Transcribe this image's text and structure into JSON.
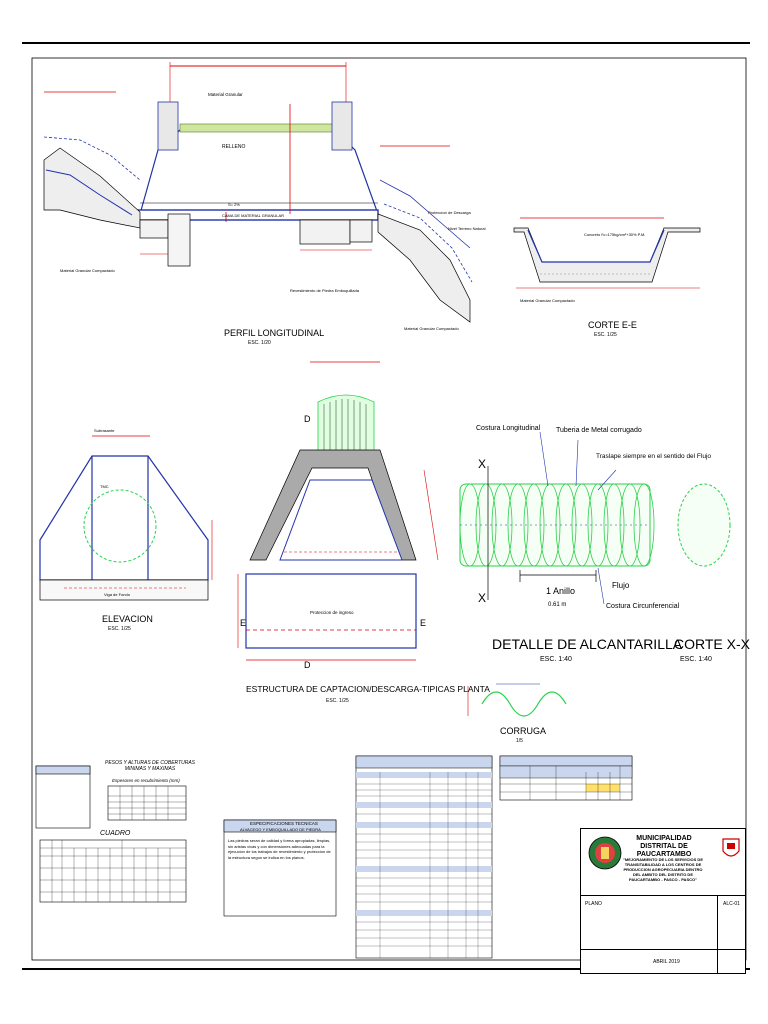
{
  "views": {
    "perfil_title": "PERFIL LONGITUDINAL",
    "perfil_scale": "ESC. 1/20",
    "corte_ee_title": "CORTE E-E",
    "corte_ee_scale": "ESC. 1/25",
    "elevacion_title": "ELEVACION",
    "elevacion_scale": "ESC. 1/25",
    "planta_title": "ESTRUCTURA DE CAPTACION/DESCARGA-TIPICAS PLANTA",
    "planta_scale": "ESC. 1/25",
    "detalle_title": "DETALLE DE ALCANTARILLA",
    "detalle_scale": "ESC. 1:40",
    "corte_xx_title": "CORTE X-X",
    "corte_xx_scale": "ESC. 1:40",
    "corruga_title": "CORRUGA",
    "corruga_scale": "1/5"
  },
  "labels": {
    "relleno": "RELLENO",
    "material_granular": "Material Granular",
    "material_granular_compactado": "Material Granular Compactado",
    "revestimiento": "Revestimiento de Piedra Emboquillada",
    "concreto": "Concreto f'c=175kg/cm²+30% P.M.",
    "proteccion_descarga": "Proteccion de Descarga",
    "nivel_terreno": "Nivel Terreno Natural",
    "cama_material": "CAMA DE MATERIAL GRANULAR",
    "pendiente": "S= 2%",
    "subrasante": "Subrasante",
    "tmc": "TMC",
    "viga_fondo": "Viga de Fondo",
    "proteccion_ingreso": "Proteccion de ingreso",
    "costura_longitudinal": "Costura Longitudinal",
    "tuberia_metal": "Tuberia de Metal corrugado",
    "traslape": "Traslape siempre en el sentido del Flujo",
    "anillo": "1 Anillo",
    "anillo_dim": "0.61 m",
    "flujo": "Flujo",
    "costura_circ": "Costura Circunferencial",
    "x_mark": "X",
    "e_mark": "E",
    "d_mark": "D",
    "c_mark": "C"
  },
  "notes": {
    "pesos_title": "PESOS Y ALTURAS DE COBERTURAS MINIMAS Y MAXIMAS",
    "pesos_sub": "Espesores en recubrimiento (mm)",
    "cuadro_title": "CUADRO",
    "espec_title": "ESPECIFICACIONES TECNICAS",
    "espec_sub": "ALVACEGO Y EMBOQUILLADO DE PIEDRA",
    "espec_body": "Las piedras seran de calidad y forma apropiadas, limpias, sin aristas vivas y con dimensiones adecuadas para la ejecucion de los trabajos de revestimiento y proteccion de la estructura segun se indica en los planos."
  },
  "titleblock": {
    "muni": "MUNICIPALIDAD DISTRITAL DE PAUCARTAMBO",
    "project": "\"MEJORAMIENTO DE LOS SERVICIOS DE TRANSITABILIDAD A LOS CENTROS DE PRODUCCION AGROPECUARIA DENTRO DEL AMBITO DEL DISTRITO DE PAUCARTAMBO - PASCO - PASCO\"",
    "sheet": "ALC-01",
    "date": "ABRIL 2019",
    "plan": "PLANO"
  }
}
